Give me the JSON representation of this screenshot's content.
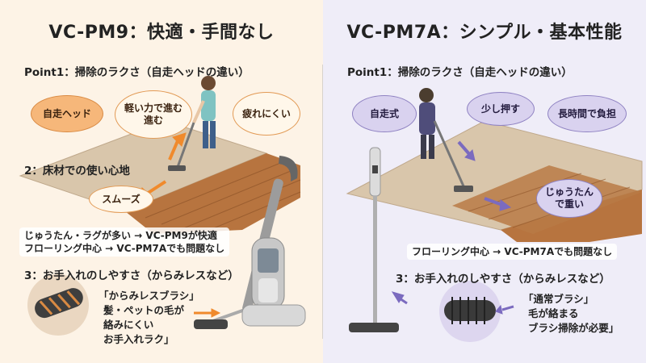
{
  "left": {
    "title": "VC-PM9：快適・手間なし",
    "point1": "Point1：掃除のラクさ（自走ヘッドの違い）",
    "bubble_self_head": "自走ヘッド",
    "bubble_light": "軽い力で進む",
    "bubble_susumu": "進む",
    "bubble_tired": "疲れにくい",
    "section2": "2：床材での使い心地",
    "bubble_smooth": "スムーズ",
    "note_rug": "じゅうたん・ラグが多い → VC-PM9が快適",
    "note_floor": "フローリング中心 → VC-PM7Aでも問題なし",
    "section3": "3：お手入れのしやすさ（からみレスなど）",
    "callout_line1": "「からみレスブラシ」",
    "callout_line2": "髪・ペットの毛が",
    "callout_line3": "絡みにくい",
    "callout_line4": "お手入れラク」"
  },
  "right": {
    "title": "VC-PM7A：シンプル・基本性能",
    "point1": "Point1：掃除のラクさ（自走ヘッドの違い）",
    "bubble_self": "自走式",
    "bubble_push": "少し押す",
    "bubble_burden": "長時間で負担",
    "bubble_heavy": "じゅうたんで重い",
    "note_floor": "フローリング中心 → VC-PM7Aでも問題なし",
    "section3": "3：お手入れのしやすさ（からみレスなど）",
    "callout_line1": "「通常ブラシ」",
    "callout_line2": "毛が絡まる",
    "callout_line3": "ブラシ掃除が必要」"
  },
  "colors": {
    "left_bg": "#fdf3e6",
    "right_bg": "#efedf8",
    "orange_accent": "#f08a2c",
    "purple_accent": "#7b6bbf",
    "wood": "#a8693d",
    "carpet": "#cdb79b"
  },
  "icons": {
    "vacuum_left": "cordless-stick-vacuum-icon",
    "vacuum_right": "stick-vacuum-icon",
    "brush_left": "tangle-free-brush-icon",
    "brush_right": "standard-brush-icon",
    "person": "person-vacuuming-icon"
  }
}
